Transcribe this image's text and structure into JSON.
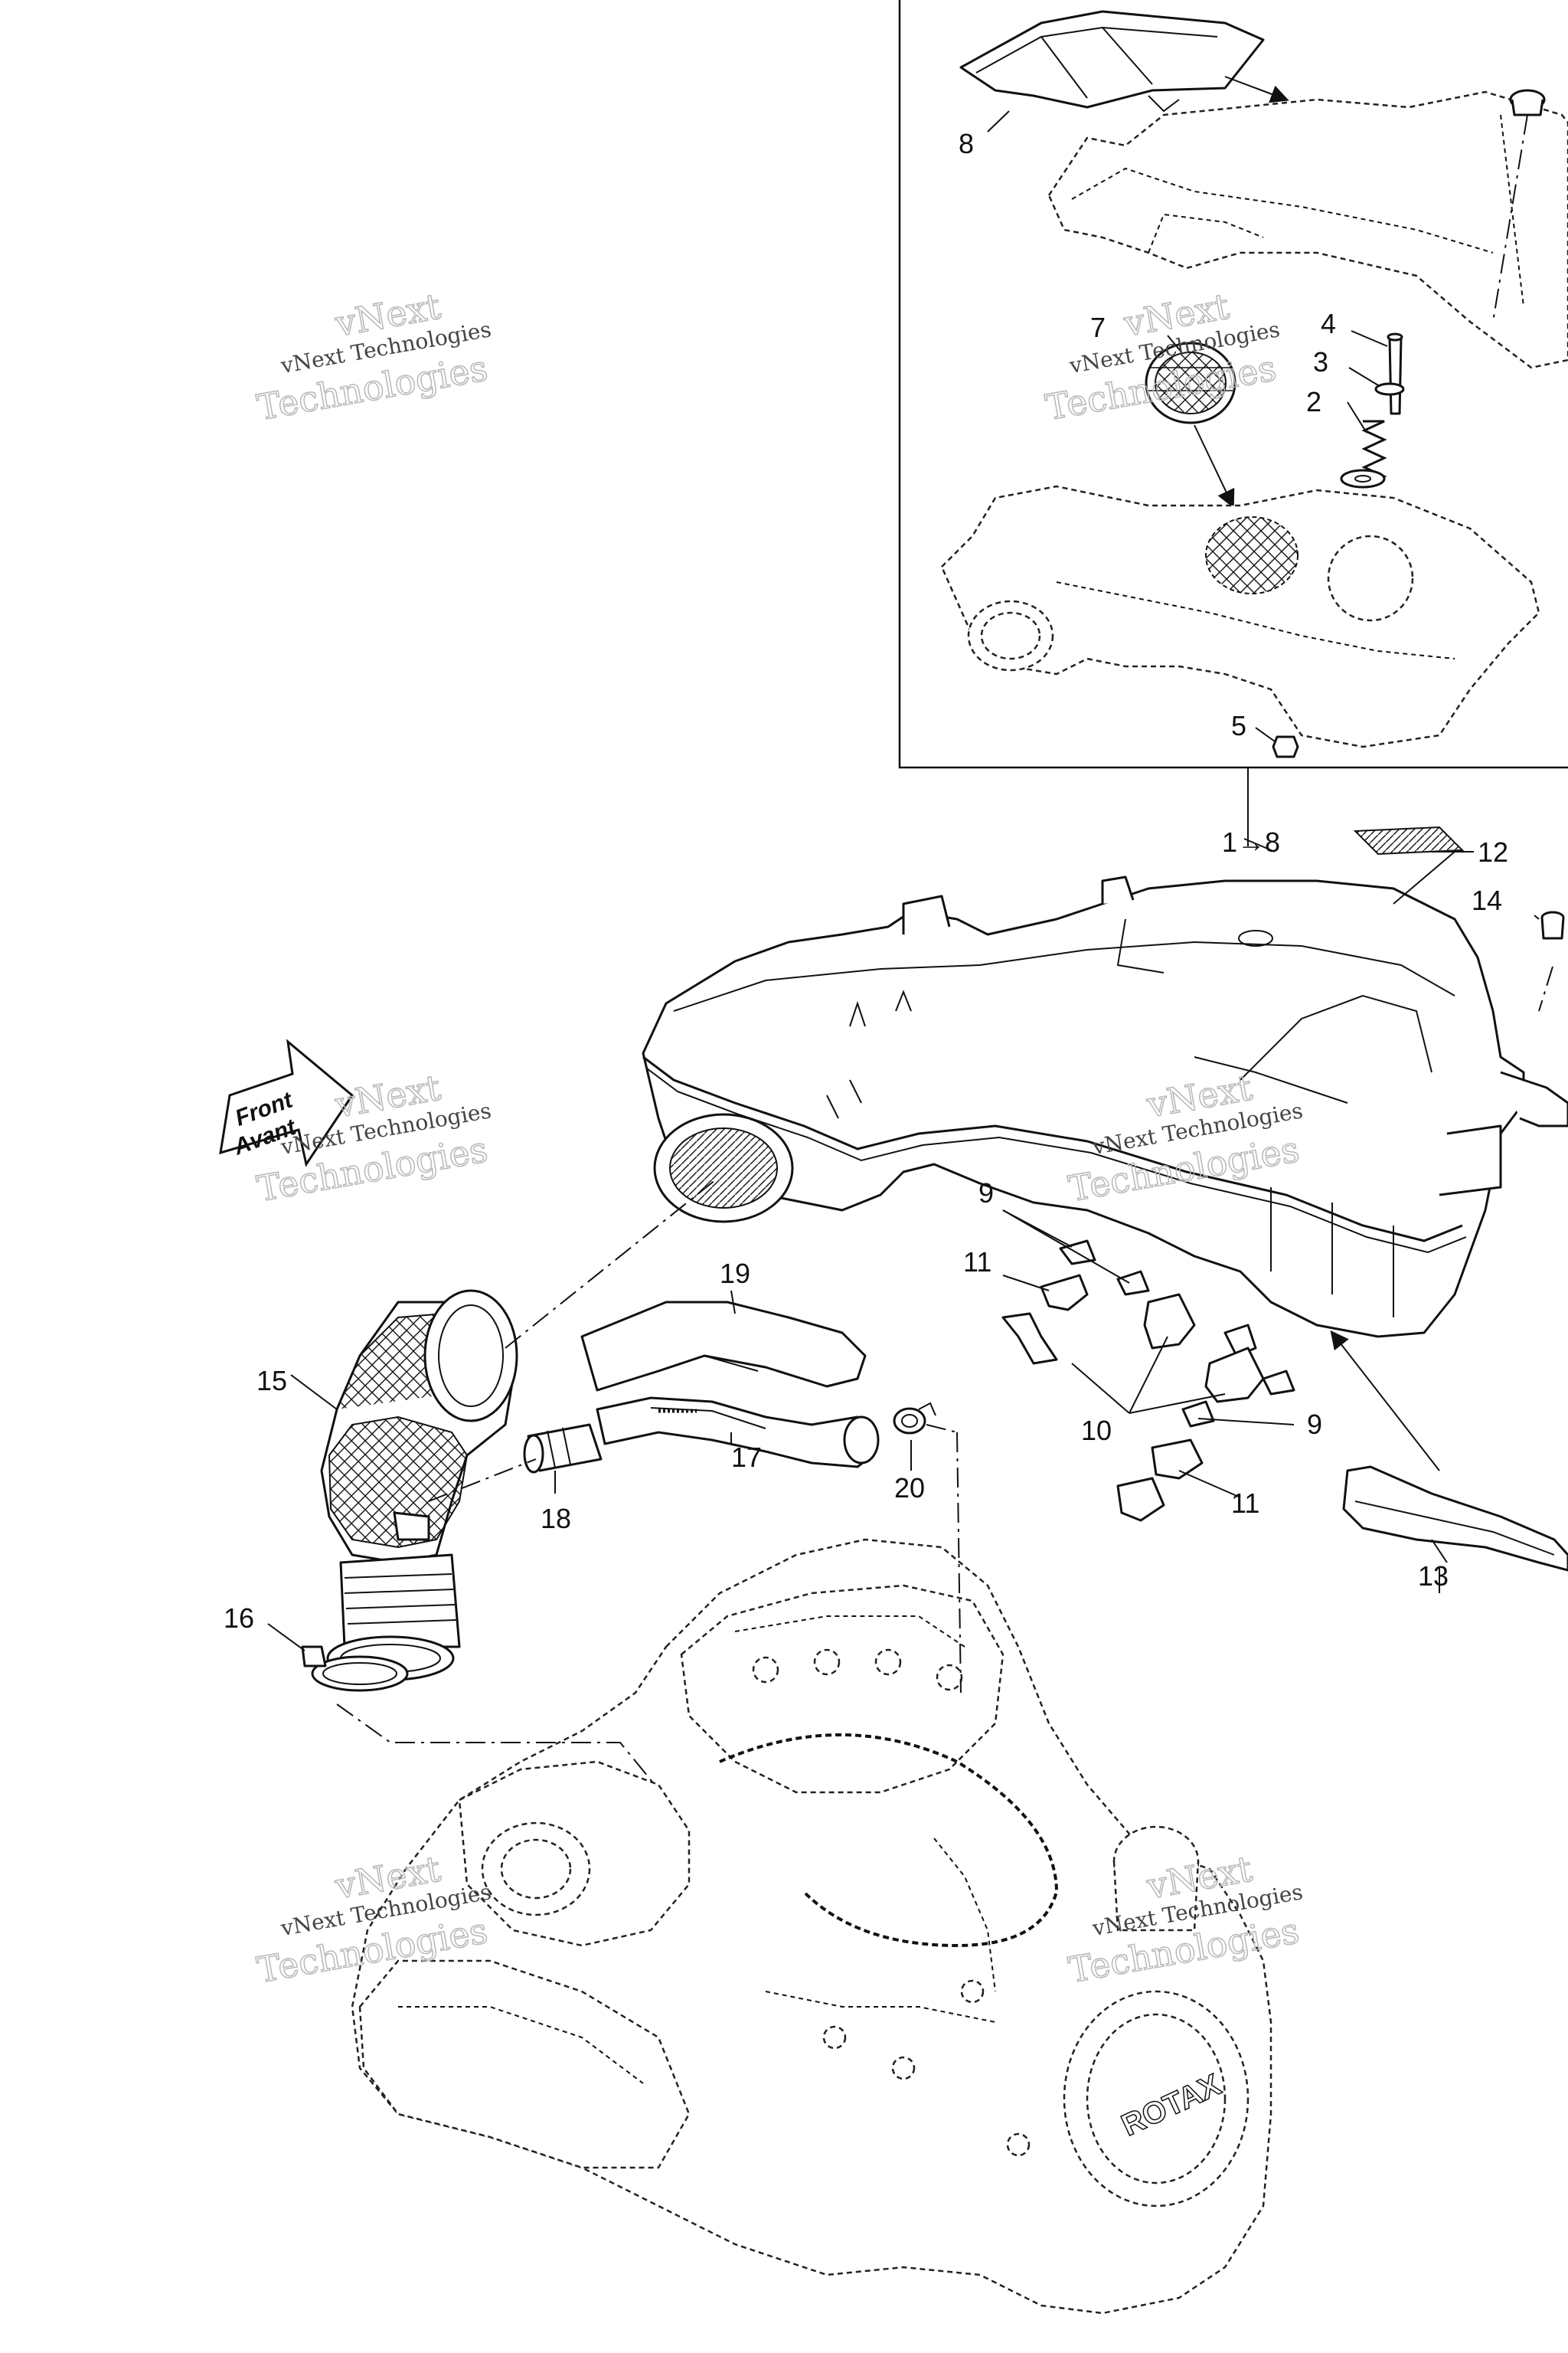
{
  "watermark": {
    "line1": "vNext",
    "line2": "Technologies",
    "full": "vNext Technologies"
  },
  "direction_arrow": {
    "line1": "Front",
    "line2": "Avant"
  },
  "callouts": {
    "c1_8": "1→8",
    "c2": "2",
    "c3": "3",
    "c4": "4",
    "c5": "5",
    "c7": "7",
    "c8": "8",
    "c9a": "9",
    "c9b": "9",
    "c10": "10",
    "c11a": "11",
    "c11b": "11",
    "c12": "12",
    "c13": "13",
    "c14": "14",
    "c15": "15",
    "c16": "16",
    "c17": "17",
    "c18": "18",
    "c19": "19",
    "c20": "20"
  },
  "engine_logo": "ROTAX"
}
